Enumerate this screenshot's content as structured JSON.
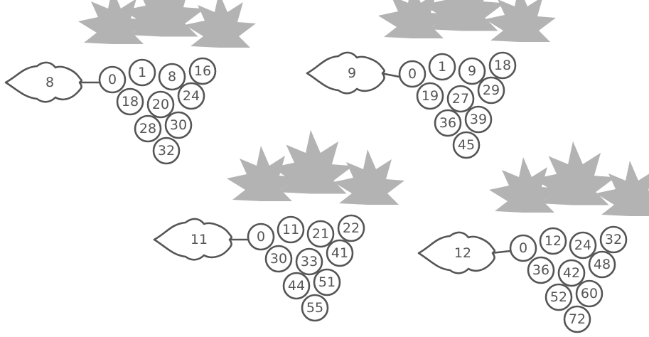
{
  "colors": {
    "outline": "#555555",
    "foliage": "#b3b3b3",
    "grape_fill": "#ffffff"
  },
  "bunches": [
    {
      "leaf_label": "8",
      "grapes": [
        "0",
        "1",
        "8",
        "16",
        "18",
        "20",
        "24",
        "28",
        "30",
        "32"
      ]
    },
    {
      "leaf_label": "9",
      "grapes": [
        "0",
        "1",
        "9",
        "18",
        "19",
        "27",
        "29",
        "36",
        "39",
        "45"
      ]
    },
    {
      "leaf_label": "11",
      "grapes": [
        "0",
        "11",
        "21",
        "22",
        "30",
        "33",
        "41",
        "44",
        "51",
        "55"
      ]
    },
    {
      "leaf_label": "12",
      "grapes": [
        "0",
        "12",
        "24",
        "32",
        "36",
        "42",
        "48",
        "52",
        "60",
        "72"
      ]
    }
  ]
}
